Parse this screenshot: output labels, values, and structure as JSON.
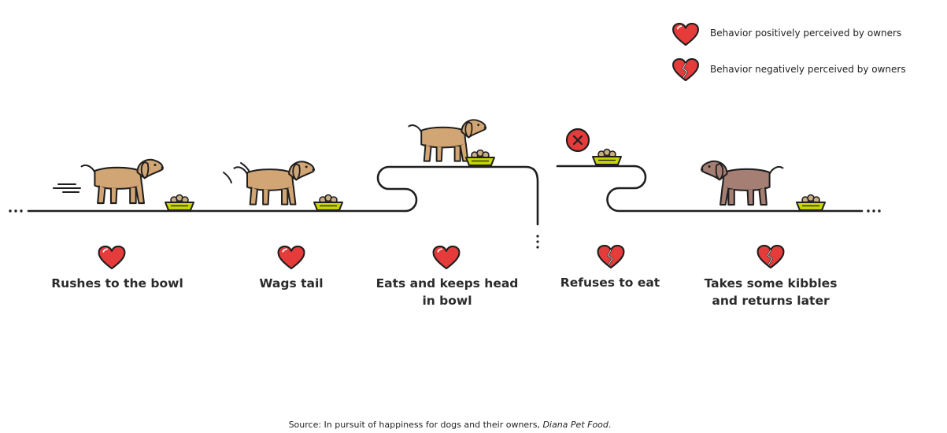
{
  "legend": {
    "positive": "Behavior positively perceived by owners",
    "negative": "Behavior negatively perceived by owners"
  },
  "behaviors": [
    {
      "line1": "Rushes to the bowl",
      "line2": "",
      "perception": "positive"
    },
    {
      "line1": "Wags tail",
      "line2": "",
      "perception": "positive"
    },
    {
      "line1": "Eats and keeps head",
      "line2": "in bowl",
      "perception": "positive"
    },
    {
      "line1": "Refuses to eat",
      "line2": "",
      "perception": "negative"
    },
    {
      "line1": "Takes some kibbles",
      "line2": "and returns later",
      "perception": "negative"
    }
  ],
  "source": {
    "prefix": "Source: In pursuit of happiness for dogs and their owners, ",
    "publisher": "Diana Pet Food",
    "suffix": "."
  },
  "colors": {
    "heart": "#e63b3b",
    "outline": "#1f1f1f",
    "dog_tan": "#d1a574",
    "dog_mauve": "#a67f74",
    "bowl": "#c8d400",
    "kibble": "#c9ad85"
  },
  "icons": [
    "heart-icon",
    "broken-heart-icon",
    "refuse-x-icon",
    "dog-icon",
    "food-bowl-icon",
    "speed-lines-icon",
    "wag-lines-icon"
  ]
}
